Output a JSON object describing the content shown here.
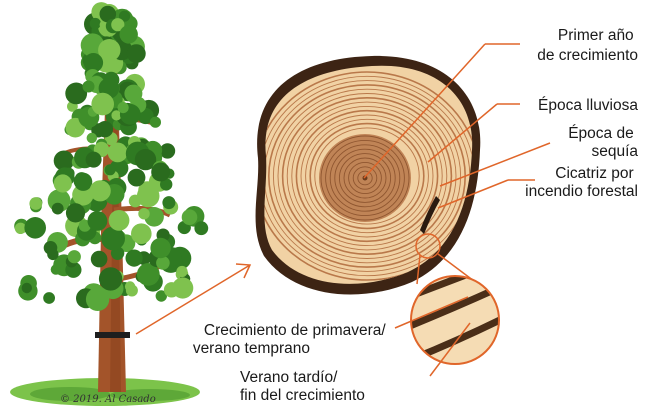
{
  "labels": {
    "first_year": [
      "Primer año",
      "de crecimiento"
    ],
    "rainy_season": [
      "Época lluviosa"
    ],
    "dry_season": [
      "Época de",
      "sequía"
    ],
    "fire_scar": [
      "Cicatriz por",
      "incendio forestal"
    ],
    "spring_growth": [
      "Crecimiento de primavera/",
      "verano temprano"
    ],
    "late_summer": [
      "Verano tardío/",
      "fin del crecimiento"
    ]
  },
  "credit": "© 2019. Al Casado",
  "colors": {
    "leader_line": "#e0662a",
    "bark": "#3d2414",
    "heartwood": "#c08456",
    "sapwood": "#f1d2a4",
    "ring": "#a8683a",
    "foliage": "#3f8f2a",
    "trunk": "#a3542a",
    "grass": "#7cc34a"
  }
}
